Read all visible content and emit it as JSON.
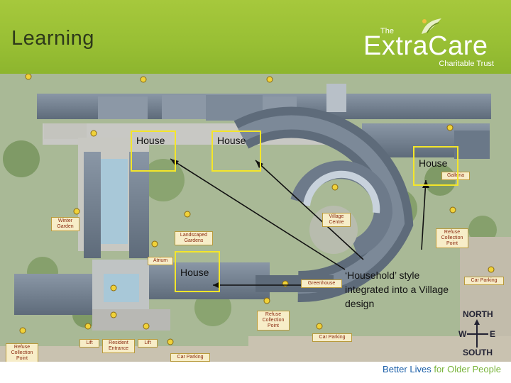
{
  "header": {
    "title": "Learning",
    "logo": {
      "small": "The",
      "main": "ExtraCare",
      "sub": "Charitable Trust"
    }
  },
  "map": {
    "labels": {
      "winter_garden": "Winter Garden",
      "landscaped_gardens": "Landscaped Gardens",
      "atrium": "Atrium",
      "village_centre": "Village Centre",
      "galleria": "Galleria",
      "refuse_right": "Refuse Collection Point",
      "refuse_center": "Refuse Collection Point",
      "refuse_left": "Refuse Collection Point",
      "greenhouse": "Greenhouse",
      "car_parking_right": "Car Parking",
      "car_parking_center": "Car Parking",
      "car_parking_bottom": "Car Parking",
      "lift_1": "Lift",
      "lift_2": "Lift",
      "resident_entrance": "Resident Entrance"
    },
    "house_labels": [
      "House",
      "House",
      "House",
      "House"
    ],
    "callout": "‘Household’ style integrated into a Village design",
    "compass": {
      "north": "NORTH",
      "south": "SOUTH",
      "west": "W",
      "east": "E"
    }
  },
  "footer": {
    "tagline_blue": "Better Lives",
    "tagline_green": "for Older People"
  },
  "colors": {
    "header_green": "#98bf34",
    "highlight_yellow": "#f4e62a",
    "roof_grey": "#6f7d8c"
  }
}
